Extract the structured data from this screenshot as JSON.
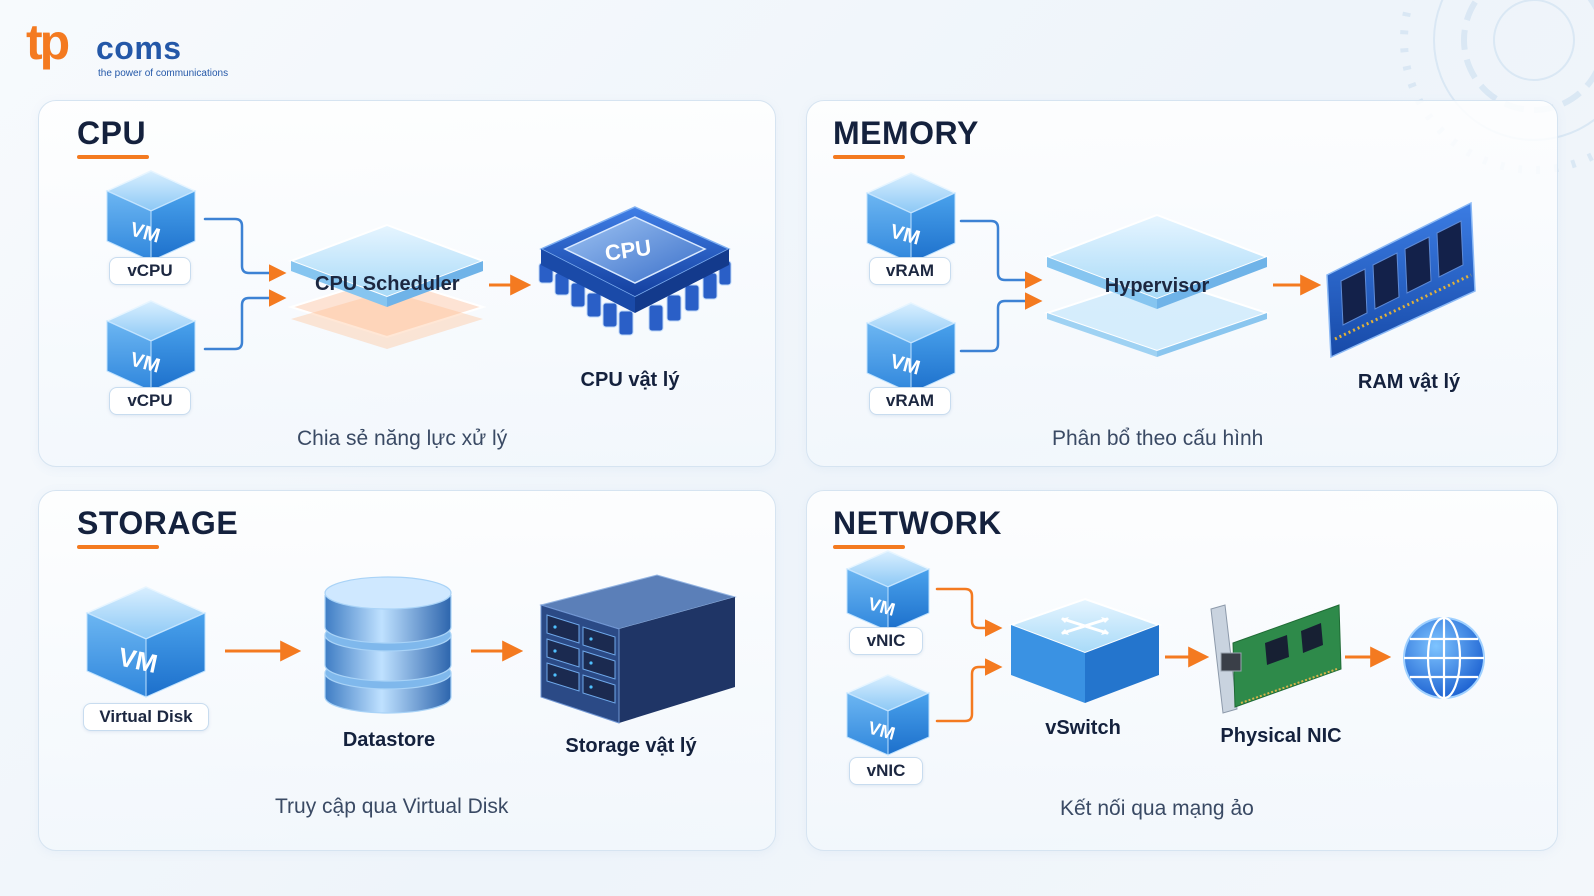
{
  "logo": {
    "mark": "tp",
    "name": "coms",
    "tagline": "the power of communications"
  },
  "colors": {
    "accent": "#f47a20",
    "cube": "#4a9de6",
    "chip": "#1f58c8",
    "panel_border": "#d6e4f1",
    "title": "#14213d"
  },
  "cpu": {
    "title": "CPU",
    "vms": [
      {
        "icon": "VM",
        "label": "vCPU"
      },
      {
        "icon": "VM",
        "label": "vCPU"
      }
    ],
    "scheduler": "CPU Scheduler",
    "chip_text": "CPU",
    "physical": "CPU vật lý",
    "caption": "Chia sẻ năng lực xử lý"
  },
  "memory": {
    "title": "MEMORY",
    "vms": [
      {
        "icon": "VM",
        "label": "vRAM"
      },
      {
        "icon": "VM",
        "label": "vRAM"
      }
    ],
    "hypervisor": "Hypervisor",
    "physical": "RAM vật lý",
    "caption": "Phân bổ theo cấu hình"
  },
  "storage": {
    "title": "STORAGE",
    "vm": {
      "icon": "VM",
      "label": "Virtual Disk"
    },
    "datastore": "Datastore",
    "physical": "Storage vật lý",
    "caption": "Truy cập qua Virtual Disk"
  },
  "network": {
    "title": "NETWORK",
    "vms": [
      {
        "icon": "VM",
        "label": "vNIC"
      },
      {
        "icon": "VM",
        "label": "vNIC"
      }
    ],
    "vswitch": "vSwitch",
    "nic": "Physical NIC",
    "caption": "Kết nối qua mạng ảo"
  }
}
